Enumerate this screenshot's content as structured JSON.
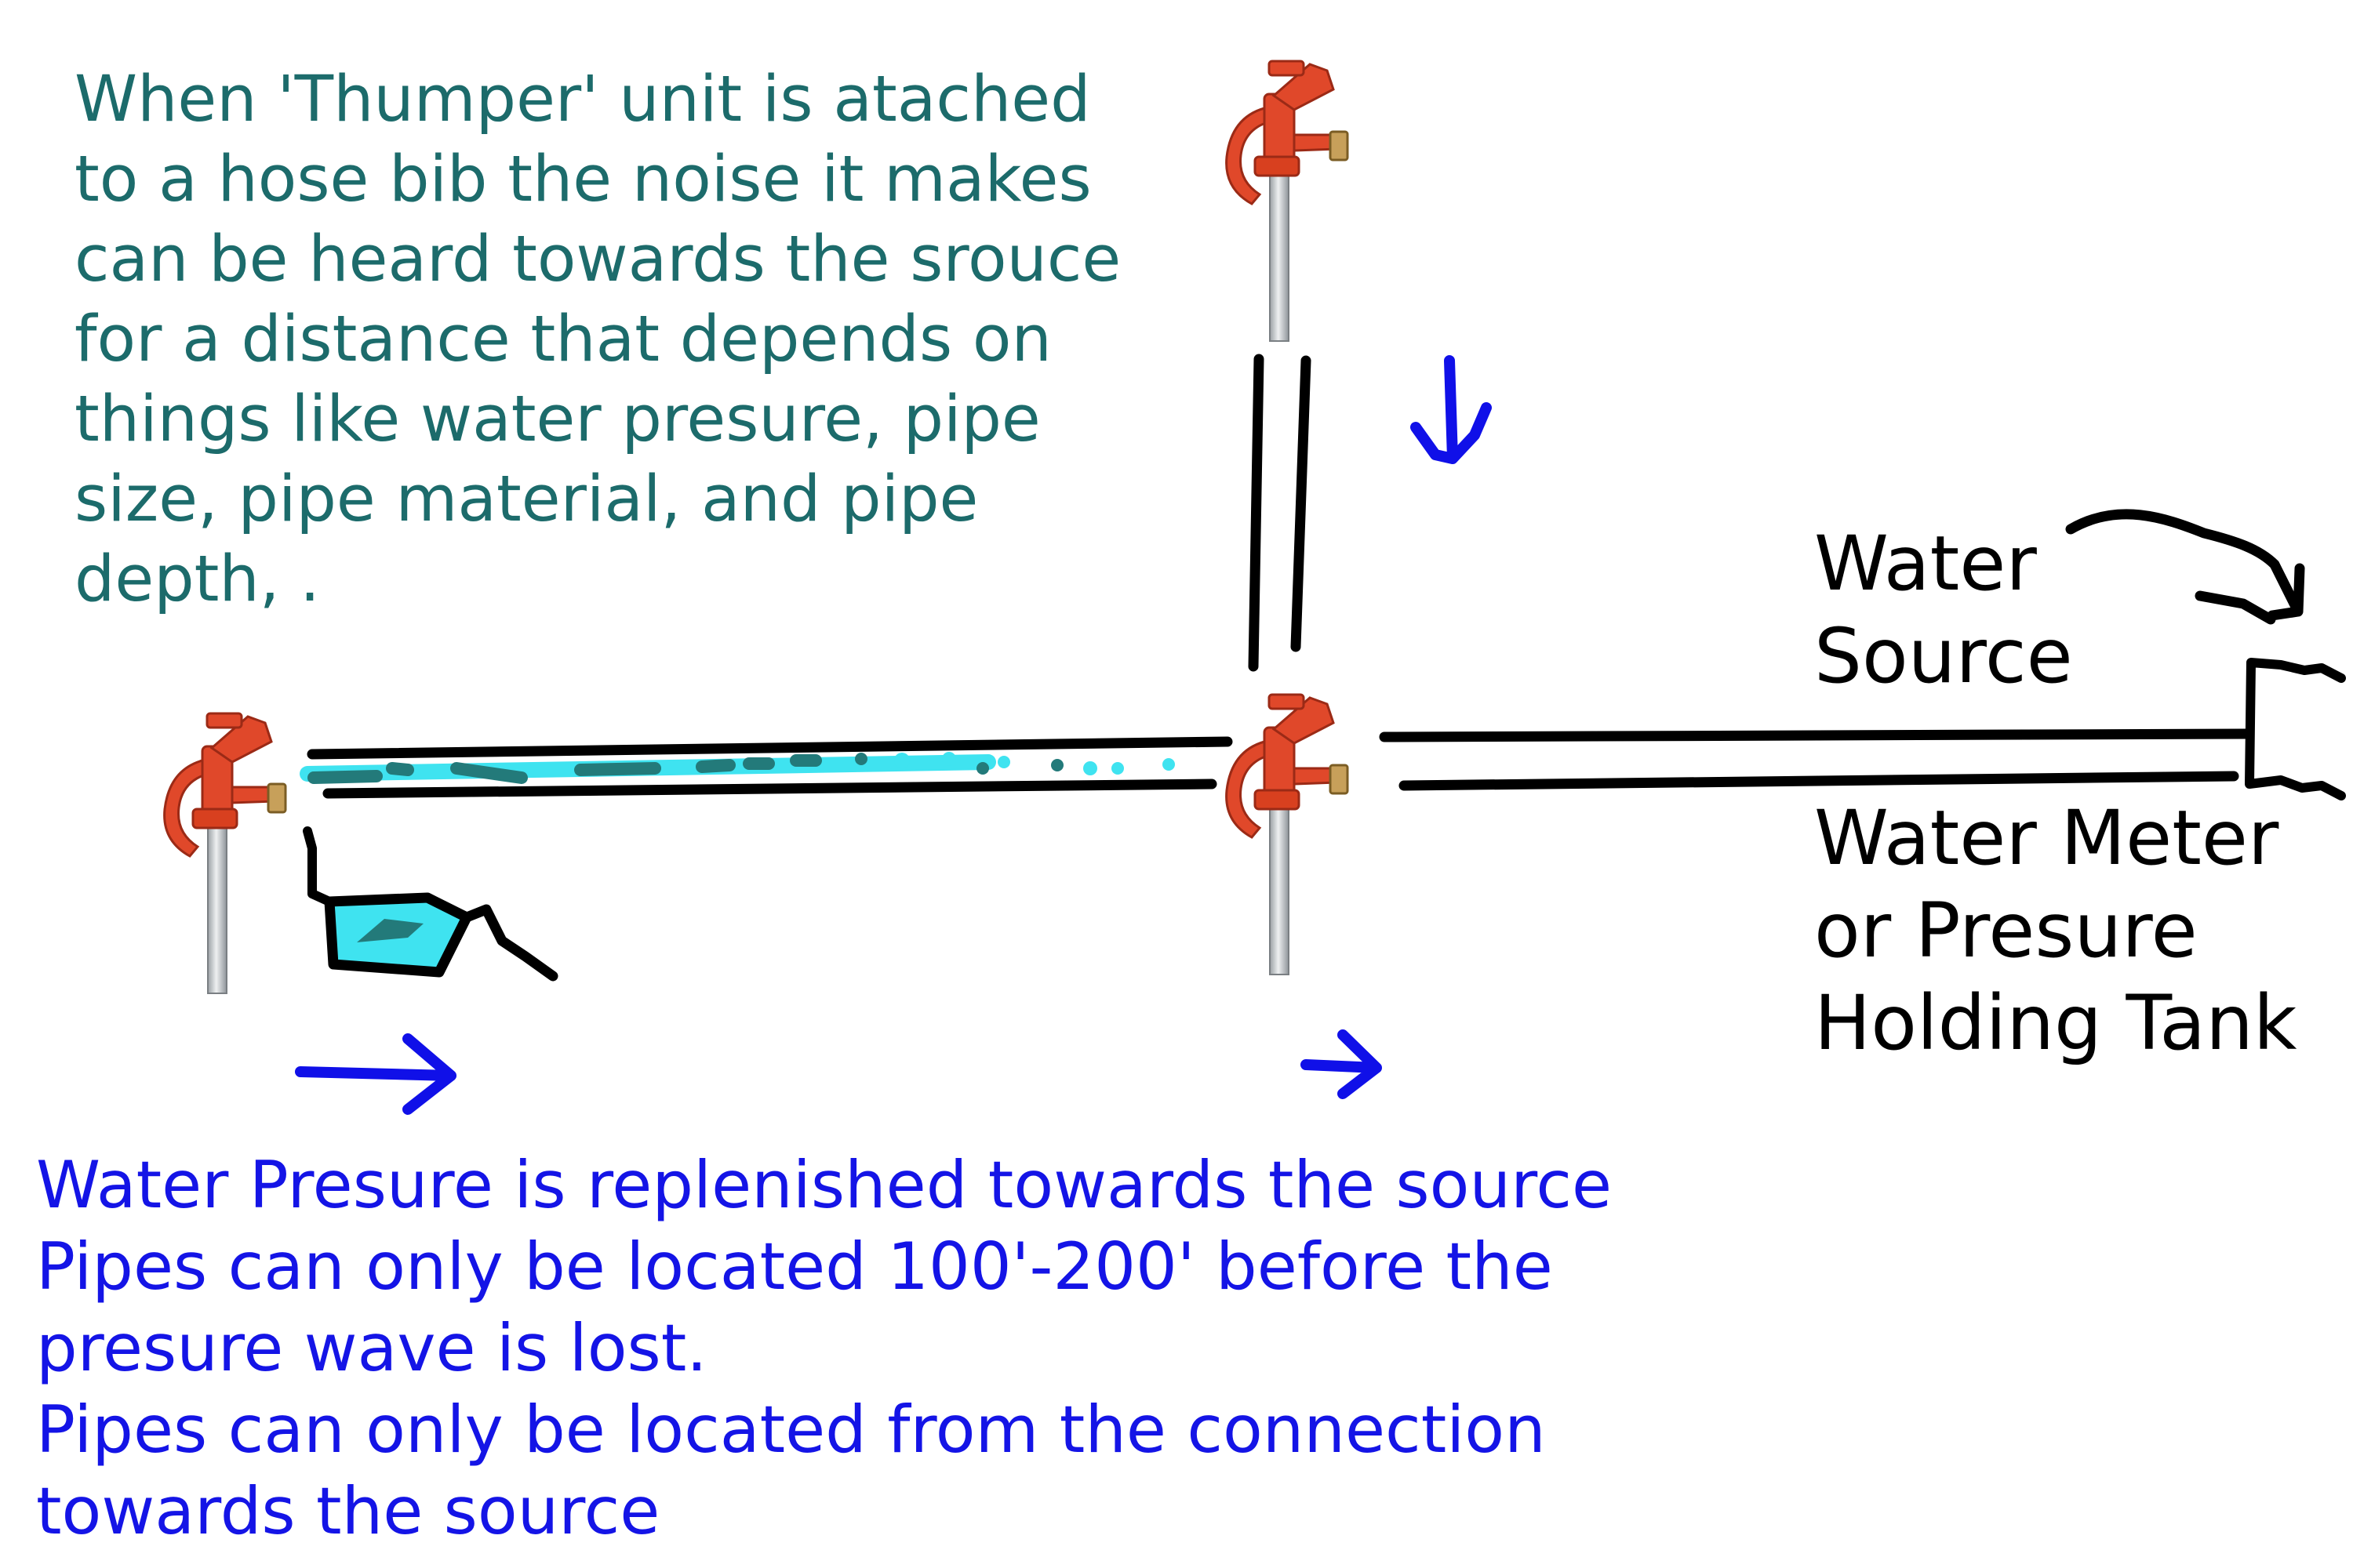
{
  "note": {
    "lines": [
      "When 'Thumper' unit is atached",
      "to a hose bib the noise it makes",
      "can be heard towards the srouce",
      "for a distance that depends on",
      "things like water presure, pipe",
      "size, pipe material, and pipe",
      "depth, ."
    ]
  },
  "explanation": {
    "lines": [
      "Water Presure is replenished towards the source",
      "Pipes can only be located 100'-200' before the",
      "presure wave is lost.",
      "Pipes can only be located from the connection",
      "towards the source"
    ]
  },
  "labels": {
    "water_source": [
      "Water",
      "Source"
    ],
    "meter": [
      "Water Meter",
      "or Presure",
      "Holding Tank"
    ]
  },
  "colors": {
    "note_text": "#1c6b6b",
    "explanation_text": "#1414e6",
    "arrow": "#1010e8",
    "pipe": "#000000",
    "hydrant_red": "#e0482a",
    "water_light": "#3fe3f0",
    "water_dark": "#237a7a"
  },
  "icons": [
    "hose-bib-hydrant-icon",
    "flow-arrow-icon",
    "thumper-unit-icon"
  ]
}
